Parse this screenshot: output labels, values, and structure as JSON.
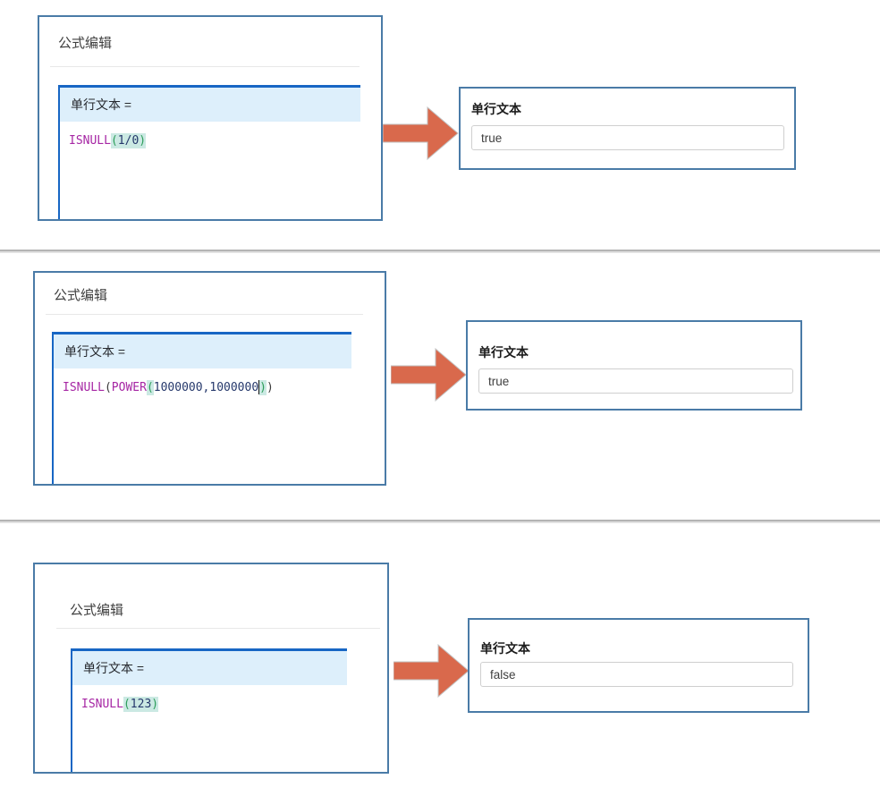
{
  "colors": {
    "panel_border": "#4a7ba7",
    "editor_accent": "#1766c4",
    "editor_header_bg": "#ddeffb",
    "bracket_highlight_bg": "#cbe9e3",
    "function_token": "#a626a4",
    "number_token": "#25386b",
    "bracket_token_green": "#2e9e5b",
    "arrow": "#d9694c",
    "separator_gray": "#b4b4b4"
  },
  "sections": [
    {
      "editor": {
        "title": "公式编辑",
        "field_label": "单行文本 =",
        "formula_text": "ISNULL(1/0)",
        "formula_tokens": [
          {
            "text": "ISNULL",
            "type": "fn"
          },
          {
            "text": "(",
            "type": "bracket-hl"
          },
          {
            "text": "1/0",
            "type": "num-hl"
          },
          {
            "text": ")",
            "type": "bracket-hl"
          }
        ]
      },
      "result": {
        "label": "单行文本",
        "value": "true"
      }
    },
    {
      "editor": {
        "title": "公式编辑",
        "field_label": "单行文本 =",
        "formula_text": "ISNULL(POWER(1000000,1000000))",
        "formula_tokens": [
          {
            "text": "ISNULL",
            "type": "fn"
          },
          {
            "text": "(",
            "type": "plain"
          },
          {
            "text": "POWER",
            "type": "fn"
          },
          {
            "text": "(",
            "type": "bracket-hl"
          },
          {
            "text": "1000000,1000000",
            "type": "num"
          },
          {
            "text": "",
            "type": "cursor"
          },
          {
            "text": ")",
            "type": "bracket-hl"
          },
          {
            "text": ")",
            "type": "plain"
          }
        ]
      },
      "result": {
        "label": "单行文本",
        "value": "true"
      }
    },
    {
      "editor": {
        "title": "公式编辑",
        "field_label": "单行文本 =",
        "formula_text": "ISNULL(123)",
        "formula_tokens": [
          {
            "text": "ISNULL",
            "type": "fn"
          },
          {
            "text": "(",
            "type": "bracket-hl"
          },
          {
            "text": "123",
            "type": "num-hl"
          },
          {
            "text": ")",
            "type": "bracket-hl"
          }
        ]
      },
      "result": {
        "label": "单行文本",
        "value": "false"
      }
    }
  ]
}
